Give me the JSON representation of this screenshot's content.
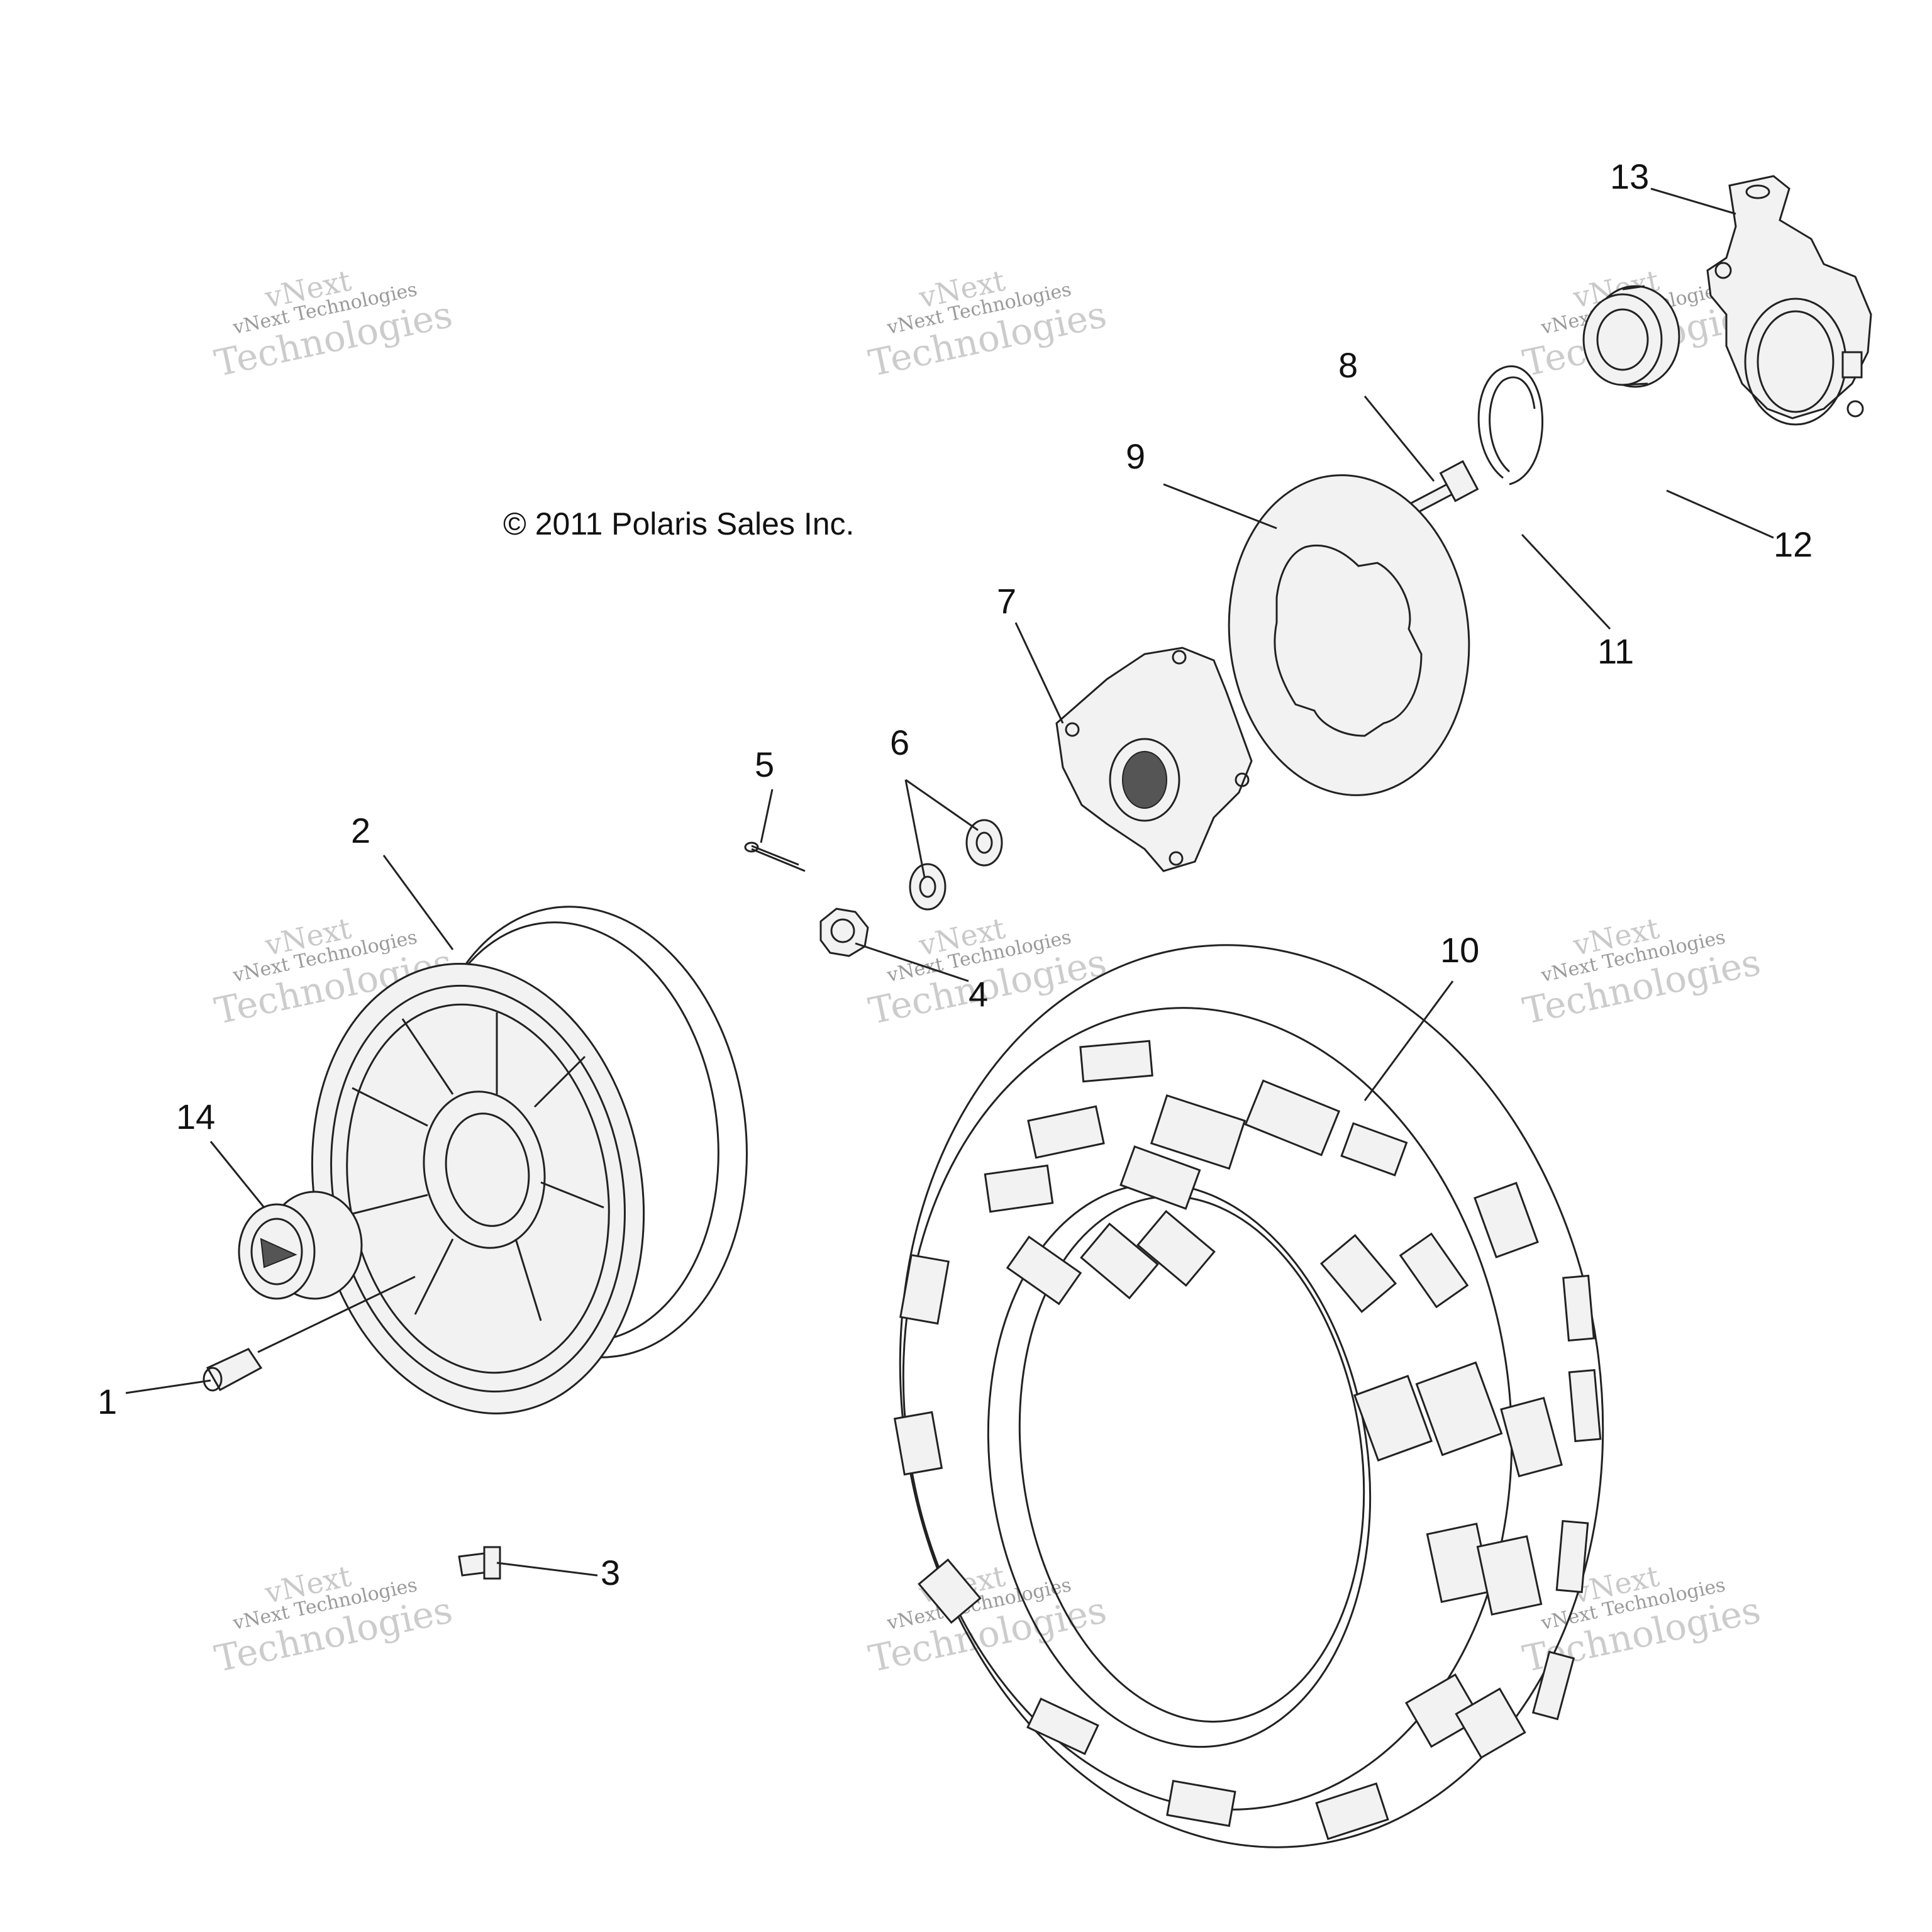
{
  "copyright": "© 2011 Polaris Sales Inc.",
  "watermark": {
    "line1": "vNext",
    "line2": "vNext Technologies",
    "line3": "Technologies"
  },
  "callouts": {
    "c1": "1",
    "c2": "2",
    "c3": "3",
    "c4": "4",
    "c5": "5",
    "c6": "6",
    "c7": "7",
    "c8": "8",
    "c9": "9",
    "c10": "10",
    "c11": "11",
    "c12": "12",
    "c13": "13",
    "c14": "14"
  }
}
